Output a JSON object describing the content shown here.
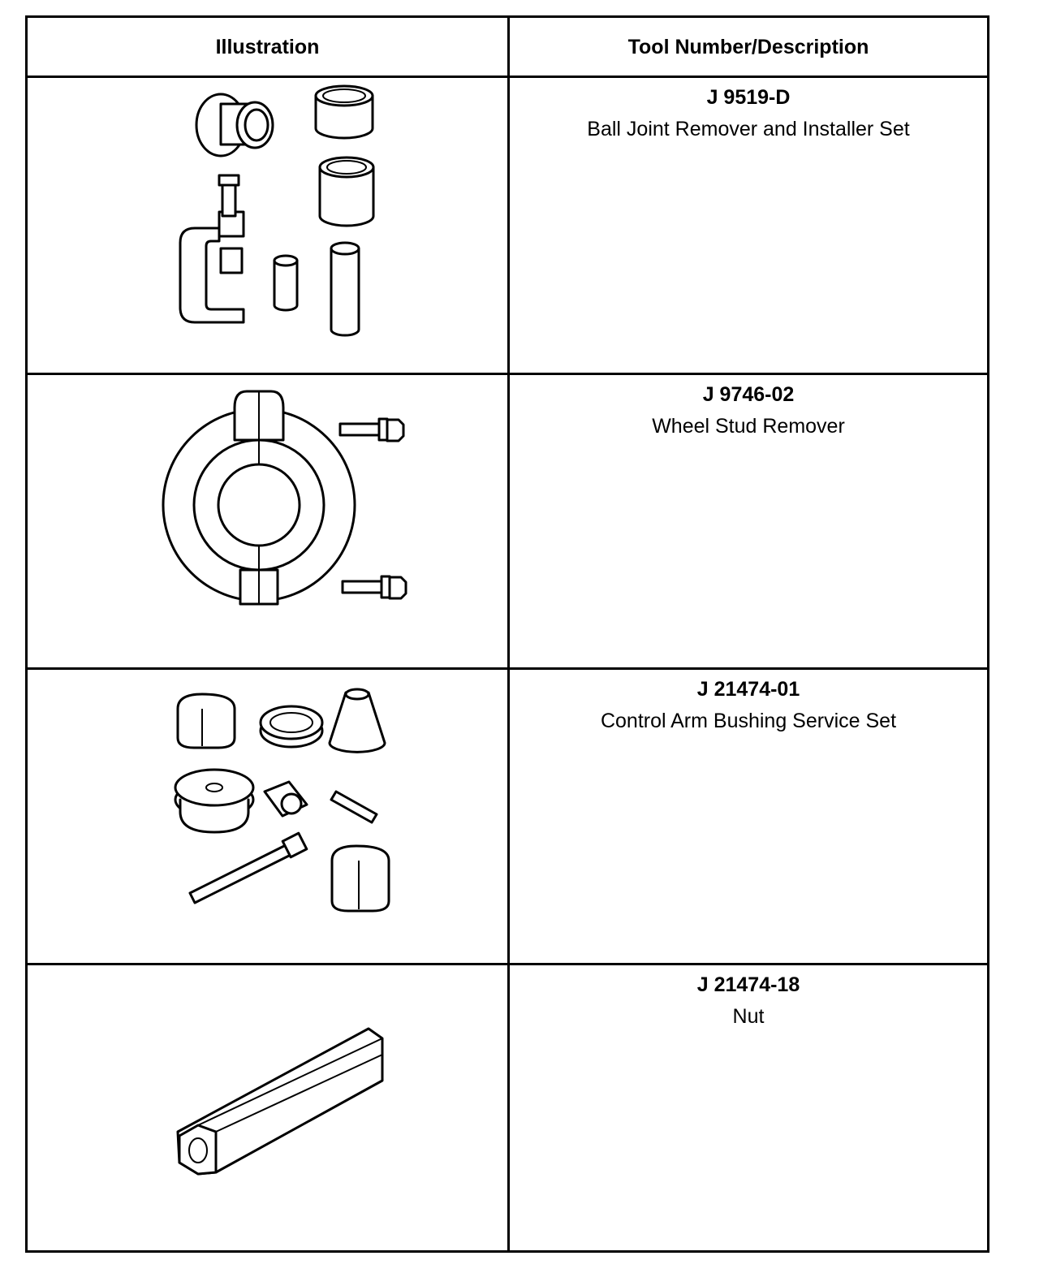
{
  "table": {
    "headers": {
      "illustration": "Illustration",
      "tool": "Tool Number/Description"
    },
    "rows": [
      {
        "tool_number": "J 9519-D",
        "description": "Ball Joint Remover and Installer Set",
        "icon": "ball-joint-set-illustration"
      },
      {
        "tool_number": "J 9746-02",
        "description": "Wheel Stud Remover",
        "icon": "wheel-stud-remover-illustration"
      },
      {
        "tool_number": "J 21474-01",
        "description": "Control Arm Bushing Service Set",
        "icon": "bushing-service-set-illustration"
      },
      {
        "tool_number": "J 21474-18",
        "description": "Nut",
        "icon": "hex-nut-illustration"
      }
    ]
  }
}
